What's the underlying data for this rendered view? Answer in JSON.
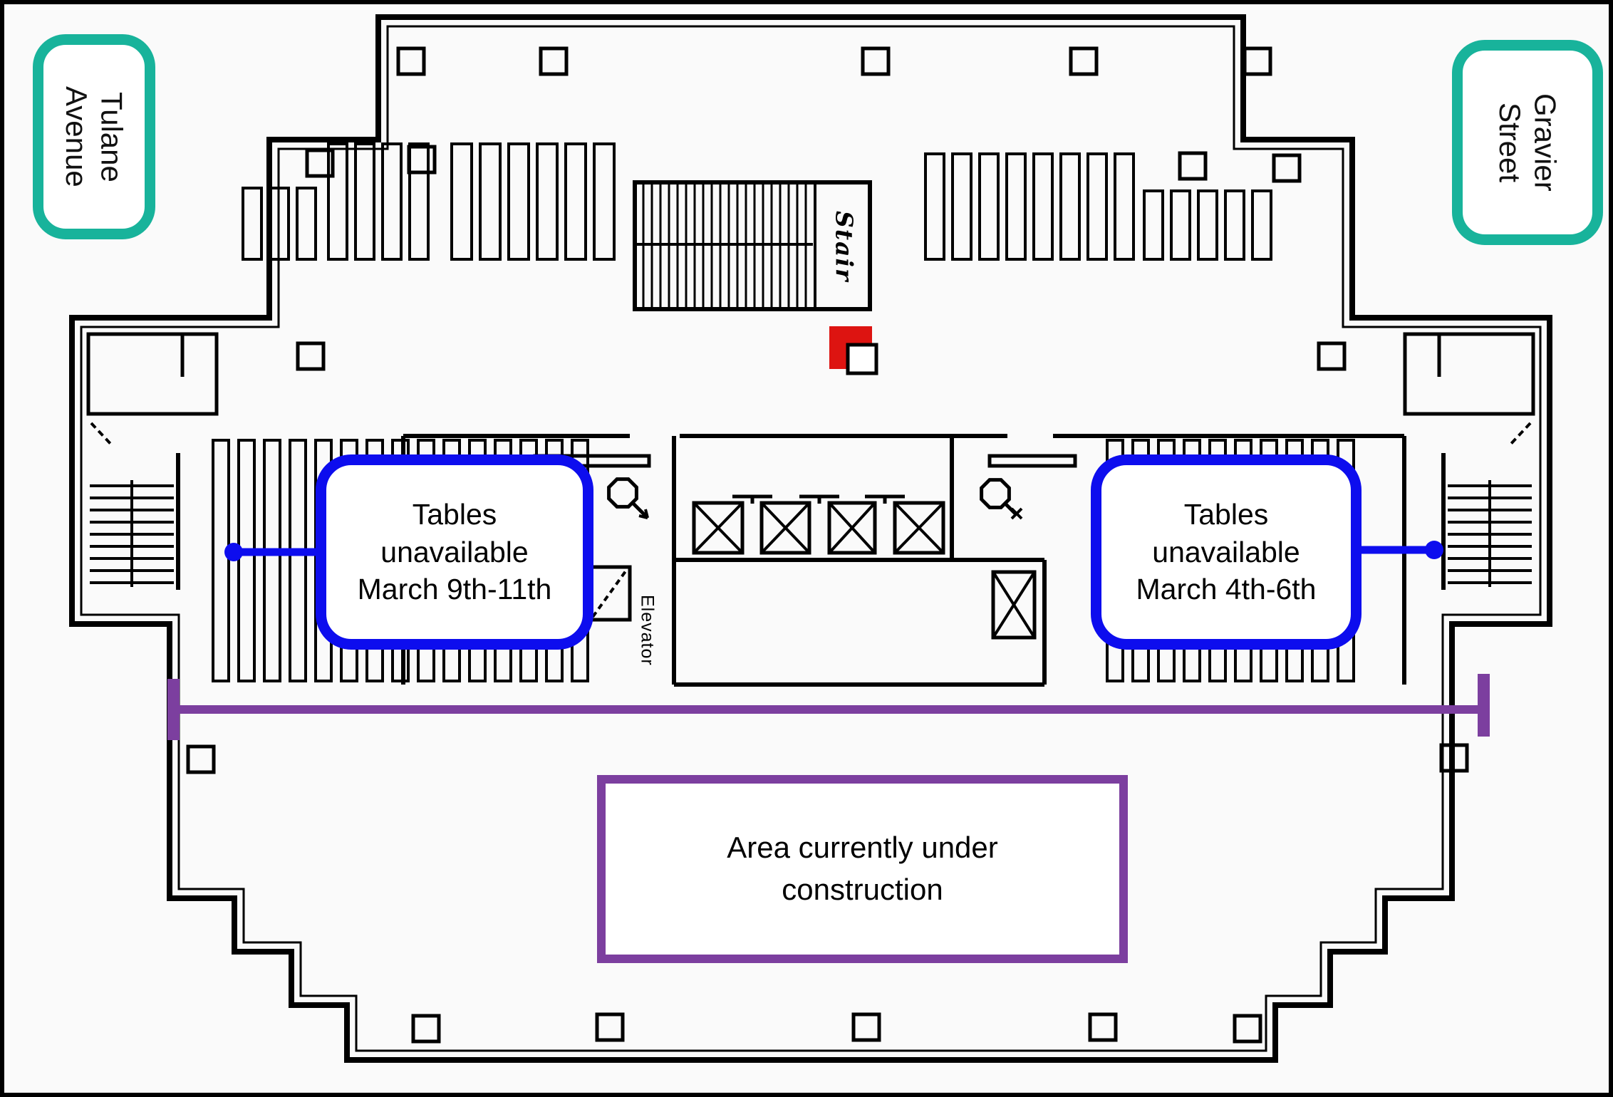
{
  "streets": {
    "left": {
      "line1": "Tulane",
      "line2": "Avenue"
    },
    "right": {
      "line1": "Gravier",
      "line2": "Street"
    }
  },
  "callouts": {
    "left": {
      "line1": "Tables",
      "line2": "unavailable",
      "line3": "March 9th-11th"
    },
    "right": {
      "line1": "Tables",
      "line2": "unavailable",
      "line3": "March 4th-6th"
    }
  },
  "construction_notice": {
    "line1": "Area currently under",
    "line2": "construction"
  },
  "plan_labels": {
    "stair": "Stair",
    "elevator": "Elevator"
  },
  "icons": {
    "room_left": "magnifier-icon",
    "room_right": "magnifier-icon",
    "marker": "red-corner-marker"
  },
  "colors": {
    "street_sign": "#18b39b",
    "callout": "#0d0dee",
    "construction": "#7c3f9f",
    "divider": "#7c3f9f",
    "marker": "#dd1411",
    "wall": "#000000",
    "paper": "#fafafa"
  }
}
